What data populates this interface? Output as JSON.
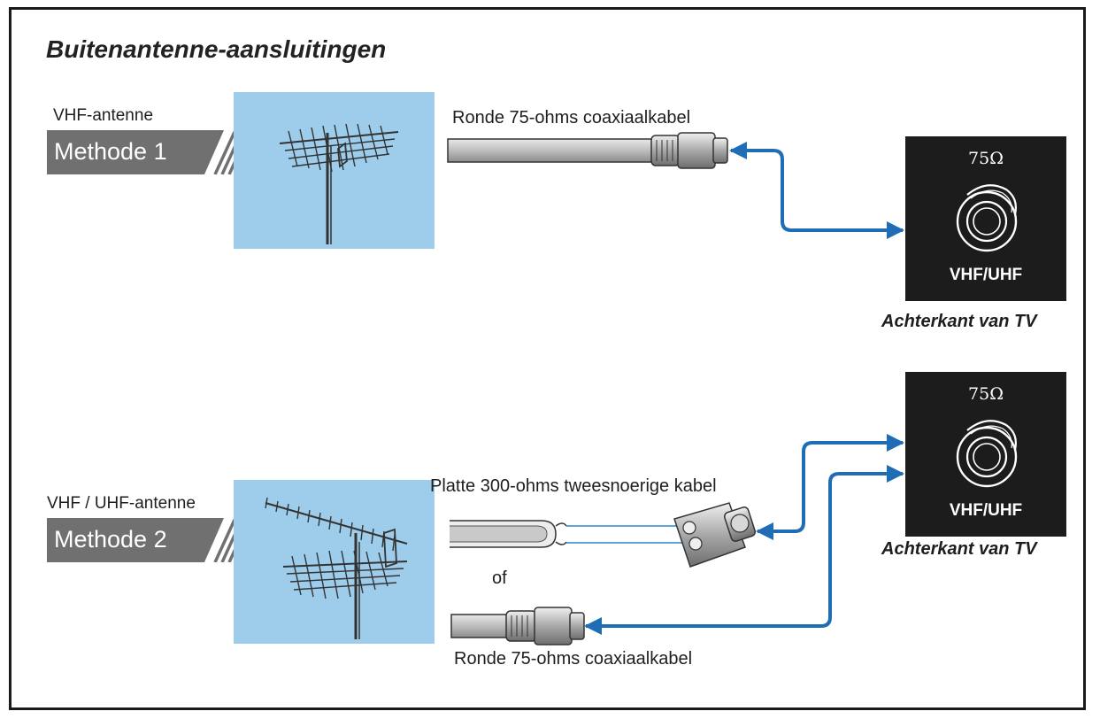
{
  "title": "Buitenantenne-aansluitingen",
  "method1": {
    "antenna_label": "VHF-antenne",
    "badge": "Methode 1",
    "cable_label": "Ronde 75-ohms coaxiaalkabel"
  },
  "method2": {
    "antenna_label": "VHF / UHF-antenne",
    "badge": "Methode 2",
    "flat_cable_label": "Platte 300-ohms tweesnoerige kabel",
    "or_label": "of",
    "coax_label": "Ronde 75-ohms coaxiaalkabel"
  },
  "tv_jack": {
    "impedance": "75Ω",
    "port_label": "VHF/UHF",
    "caption": "Achterkant van TV"
  },
  "colors": {
    "arrow": "#1f6db5",
    "panel": "#9dcdeb",
    "badge": "#707070",
    "tv_panel": "#1c1c1c"
  },
  "icons": [
    "vhf-antenna-icon",
    "uhf-vhf-antenna-icon",
    "coax-plug-icon",
    "balun-adapter-icon",
    "antenna-jack-icon"
  ]
}
